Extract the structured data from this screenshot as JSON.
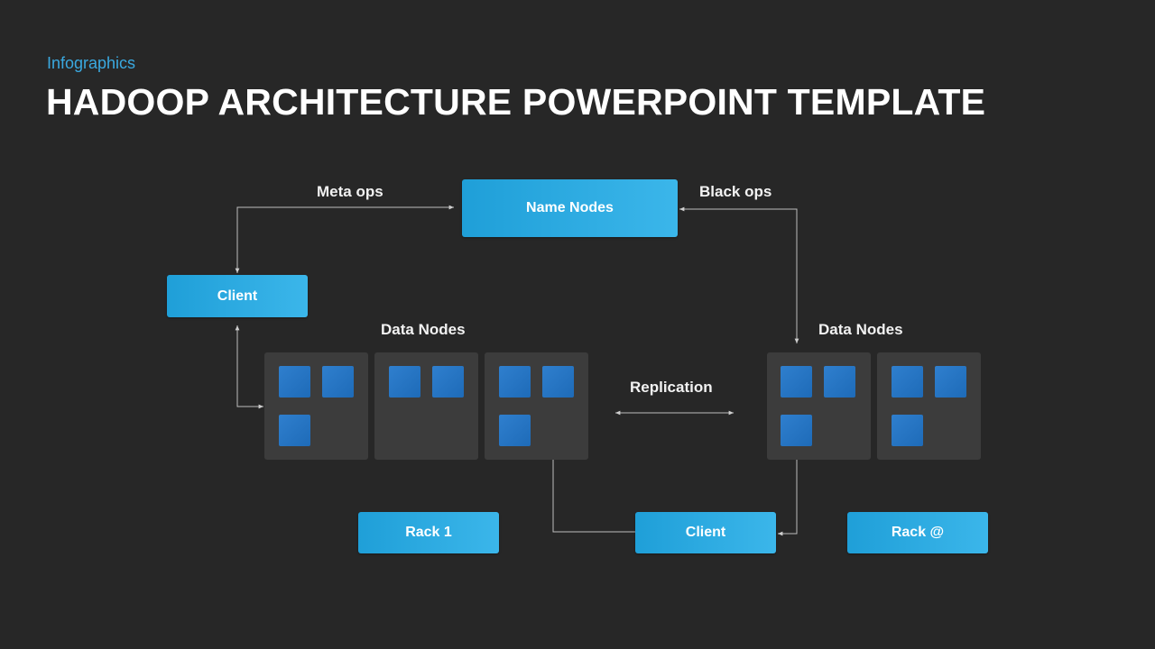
{
  "header": {
    "subtitle": "Infographics",
    "title": "HADOOP ARCHITECTURE POWERPOINT TEMPLATE"
  },
  "diagram": {
    "name_nodes": "Name Nodes",
    "client_top": "Client",
    "client_bottom": "Client",
    "meta_ops": "Meta ops",
    "black_ops": "Black ops",
    "data_nodes_left": "Data Nodes",
    "data_nodes_right": "Data Nodes",
    "replication": "Replication",
    "rack_1": "Rack 1",
    "rack_2": "Rack @"
  },
  "colors": {
    "background": "#272727",
    "accent": "#3aa9e0",
    "node_fill": "#2aa9e2",
    "rack_fill": "#3c3c3c",
    "block_fill": "#2a78c8"
  }
}
